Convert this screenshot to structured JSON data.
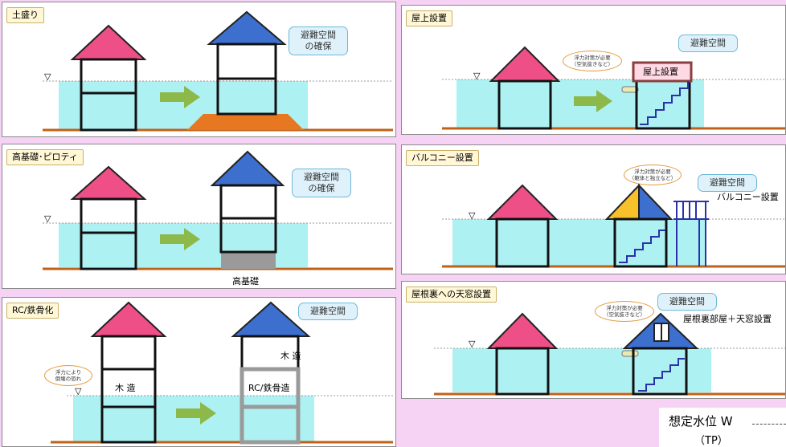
{
  "panels": {
    "morido": {
      "title": "土盛り",
      "bubble": "避難空間\nの確保"
    },
    "kokiso": {
      "title": "高基礎･ピロティ",
      "bubble": "避難空間\nの確保",
      "base_label": "高基礎"
    },
    "rc": {
      "title": "RC/鉄骨化",
      "bubble": "避難空間",
      "note": "浮力により\n倒壊の恐れ",
      "left_wood": "木 造",
      "right_wood": "木 造",
      "right_rc": "RC/鉄骨造"
    },
    "okujo": {
      "title": "屋上設置",
      "bubble": "避難空間",
      "label": "屋上設置",
      "note": "浮力対策が必要\n（空気抜きなど）"
    },
    "balcony": {
      "title": "バルコニー設置",
      "bubble": "避難空間",
      "label": "バルコニー設置",
      "note": "浮力対策が必要\n（躯体と独立など）"
    },
    "tenmado": {
      "title": "屋根裏への天窓設置",
      "bubble": "避難空間",
      "label": "屋根裏部屋＋天窓設置",
      "note": "浮力対策が必要\n（空気抜きなど）"
    }
  },
  "water_level_symbol": "▽",
  "legend": {
    "line1": "想定水位 W",
    "line2": "（TP）"
  },
  "colors": {
    "background": "#f6d3f4",
    "water": "#aef1f3",
    "ground": "#c0611a",
    "roof_pink": "#ee4f86",
    "roof_blue": "#3d6fcf",
    "arrow": "#8db94a",
    "mound": "#e87722",
    "pedestal": "#9a9a9a"
  }
}
